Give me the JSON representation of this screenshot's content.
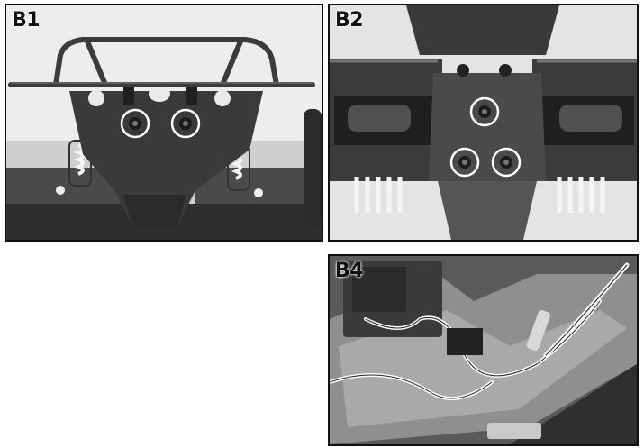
{
  "panels": [
    {
      "id": "b1",
      "label": "B1"
    },
    {
      "id": "b2",
      "label": "B2"
    },
    {
      "id": "b4",
      "label": "B4"
    }
  ]
}
